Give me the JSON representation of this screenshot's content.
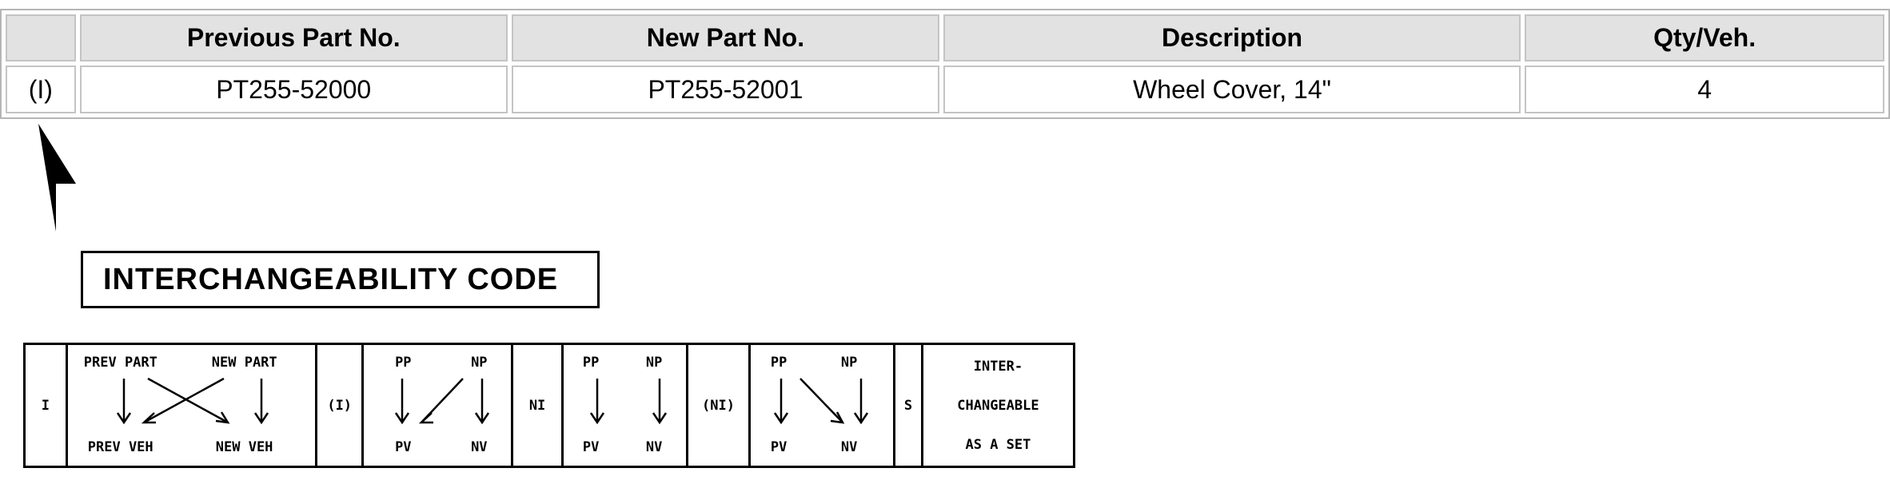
{
  "table": {
    "headers": [
      "",
      "Previous Part No.",
      "New Part No.",
      "Description",
      "Qty/Veh."
    ],
    "rows": [
      [
        "(I)",
        "PT255-52000",
        "PT255-52001",
        "Wheel Cover, 14\"",
        "4"
      ]
    ]
  },
  "label": "INTERCHANGEABILITY CODE",
  "legend": {
    "code_i": "I",
    "i_prev_part": "PREV PART",
    "i_new_part": "NEW PART",
    "i_prev_veh": "PREV VEH",
    "i_new_veh": "NEW VEH",
    "code_paren_i": "(I)",
    "pi_pp": "PP",
    "pi_np": "NP",
    "pi_pv": "PV",
    "pi_nv": "NV",
    "code_ni": "NI",
    "ni_pp": "PP",
    "ni_np": "NP",
    "ni_pv": "PV",
    "ni_nv": "NV",
    "code_paren_ni": "(NI)",
    "pni_pp": "PP",
    "pni_np": "NP",
    "pni_pv": "PV",
    "pni_nv": "NV",
    "code_s": "S",
    "s_line1": "INTER-",
    "s_line2": "CHANGEABLE",
    "s_line3": "AS A SET"
  }
}
